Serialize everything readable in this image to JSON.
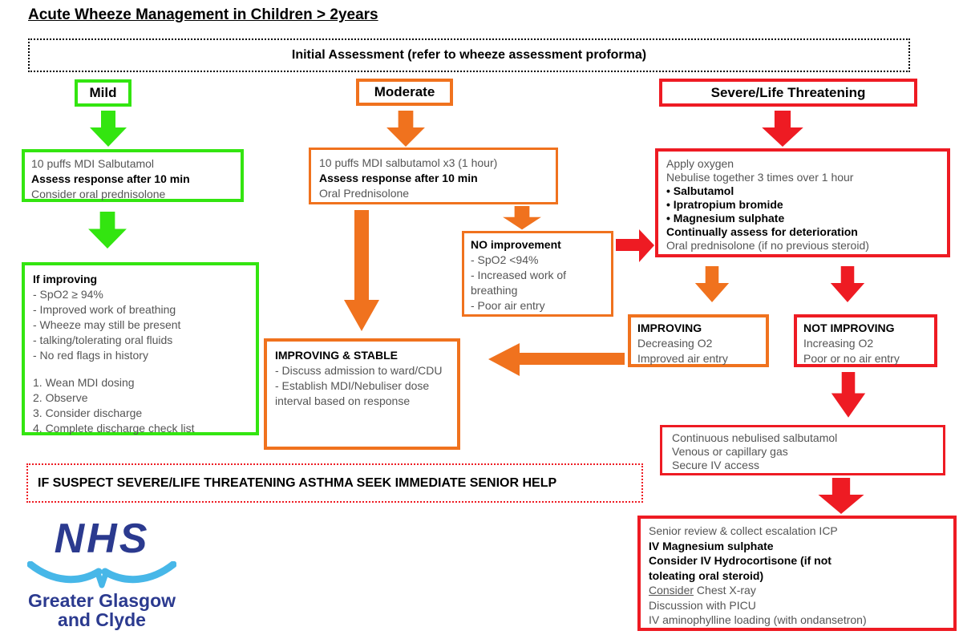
{
  "title": "Acute Wheeze Management in Children > 2years",
  "initial": "Initial Assessment (refer to wheeze assessment proforma)",
  "mild": {
    "header": "Mild",
    "box1": {
      "l1": "10 puffs MDI Salbutamol",
      "l2": "Assess response after 10 min",
      "l3": "Consider oral prednisolone"
    },
    "improving": {
      "title": "If improving",
      "c1": "-  SpO2 ≥ 94%",
      "c2": "- Improved work of breathing",
      "c3": "- Wheeze may still be present",
      "c4": "- talking/tolerating oral fluids",
      "c5": "- No red flags in history",
      "a1": "1. Wean MDI dosing",
      "a2": "2. Observe",
      "a3": "3. Consider discharge",
      "a4": "4. Complete discharge check list"
    }
  },
  "moderate": {
    "header": "Moderate",
    "box1": {
      "l1": "10 puffs MDI salbutamol x3 (1 hour)",
      "l2": "Assess response after 10 min",
      "l3": "Oral Prednisolone"
    },
    "no_improvement": {
      "title": "NO improvement",
      "l1": "-  SpO2 <94%",
      "l2": "- Increased work of breathing",
      "l3": "- Poor air entry"
    },
    "improving_stable": {
      "title": "IMPROVING & STABLE",
      "l1": "- Discuss admission to ward/CDU",
      "l2": "- Establish MDI/Nebuliser dose interval based on response"
    }
  },
  "severe": {
    "header": "Severe/Life Threatening",
    "box1": {
      "l1": "Apply oxygen",
      "l2": "Nebulise together 3 times over 1 hour",
      "b1": "• Salbutamol",
      "b2": "• Ipratropium bromide",
      "b3": "• Magnesium sulphate",
      "b4": "Continually assess for deterioration",
      "l3": "Oral prednisolone (if no previous steroid)"
    },
    "improving": {
      "title": "IMPROVING",
      "l1": "Decreasing O2",
      "l2": "Improved  air entry"
    },
    "not_improving": {
      "title": "NOT IMPROVING",
      "l1": "Increasing O2",
      "l2": "Poor or no air entry"
    },
    "escalation": {
      "l1": "Continuous nebulised salbutamol",
      "l2": "Venous or capillary gas",
      "l3": "Secure IV access"
    },
    "final": {
      "l1": "Senior review & collect escalation ICP",
      "b1": "IV Magnesium sulphate",
      "b2": "Consider IV Hydrocortisone (if not",
      "b3": "toleating oral steroid)",
      "u1": "Consider",
      "l2": " Chest X-ray",
      "l3": "Discussion with PICU",
      "l4": "IV aminophylline loading (with ondansetron)"
    }
  },
  "warning": "IF SUSPECT SEVERE/LIFE THREATENING ASTHMA SEEK IMMEDIATE SENIOR HELP",
  "logo": {
    "nhs": "NHS",
    "line1": "Greater Glasgow",
    "line2": "and Clyde"
  },
  "colors": {
    "green": "#33e510",
    "orange": "#f0721e",
    "red": "#ee1b23",
    "nhs_navy": "#2b3a8f",
    "nhs_lightblue": "#47b7e8"
  }
}
